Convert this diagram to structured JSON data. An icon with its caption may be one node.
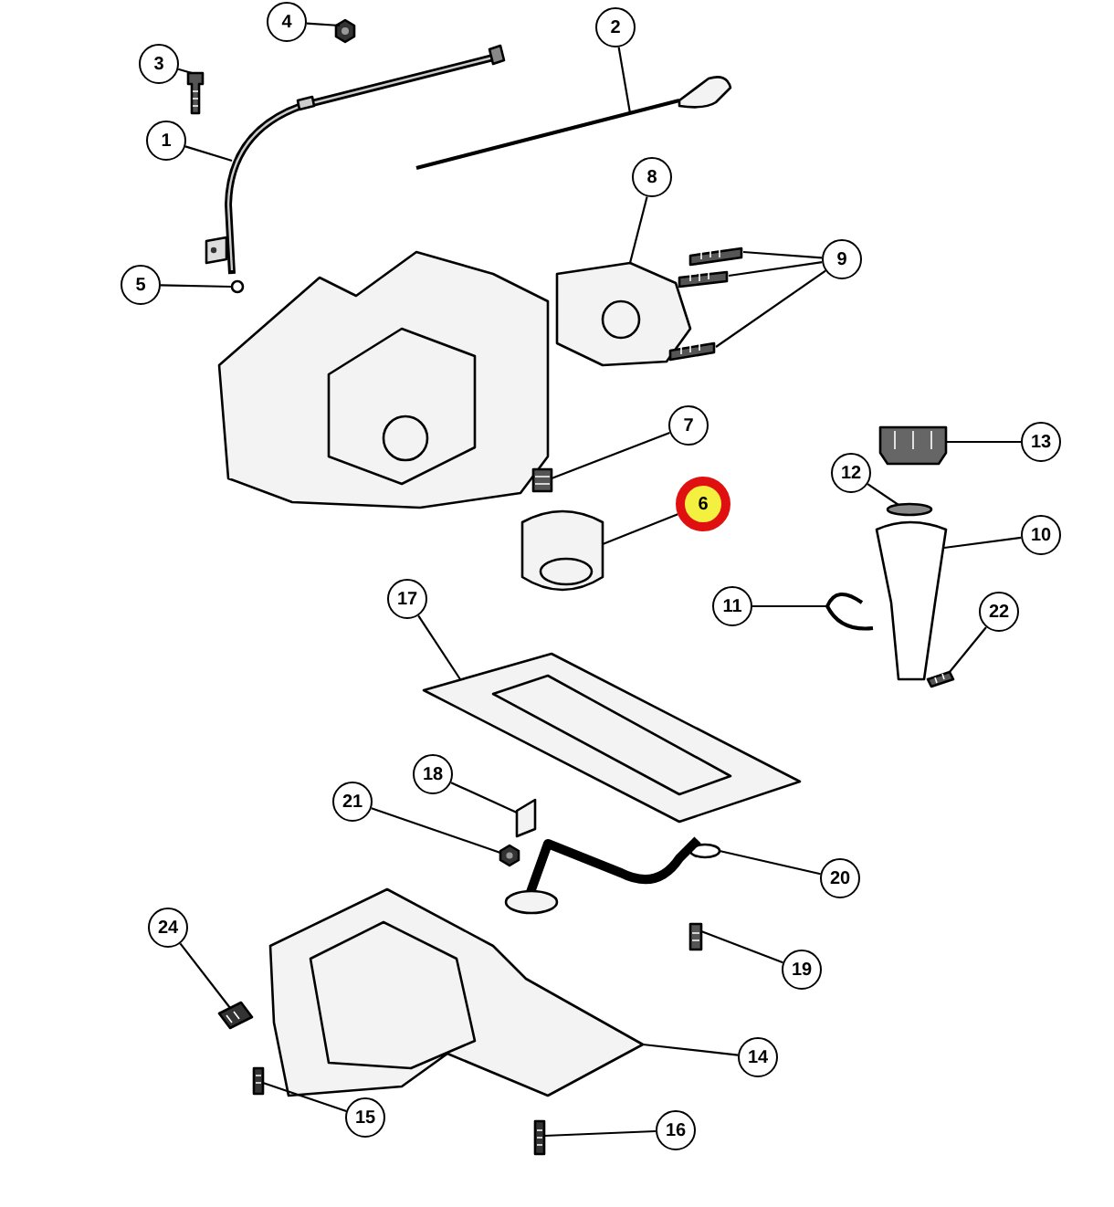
{
  "diagram": {
    "nodes": [
      {
        "text": [
          "4"
        ]
      },
      {
        "text": [
          "2"
        ]
      },
      {
        "text": [
          "3"
        ]
      },
      {
        "text": [
          "1"
        ]
      },
      {
        "text": [
          "8"
        ]
      },
      {
        "text": [
          "9"
        ]
      },
      {
        "text": [
          "5"
        ]
      },
      {
        "text": [
          "7"
        ]
      },
      {
        "text": [
          "13"
        ]
      },
      {
        "text": [
          "6"
        ]
      },
      {
        "text": [
          "12"
        ]
      },
      {
        "text": [
          "10"
        ]
      },
      {
        "text": [
          "11"
        ]
      },
      {
        "text": [
          "22"
        ]
      },
      {
        "text": [
          "17"
        ]
      },
      {
        "text": [
          "18"
        ]
      },
      {
        "text": [
          "21"
        ]
      },
      {
        "text": [
          "20"
        ]
      },
      {
        "text": [
          "24"
        ]
      },
      {
        "text": [
          "19"
        ]
      },
      {
        "text": [
          "14"
        ]
      },
      {
        "text": [
          "15"
        ]
      },
      {
        "text": [
          "16"
        ]
      },
      {
        "text": [],
        "shape": "picture"
      },
      {
        "text": [],
        "shape": "picture"
      },
      {
        "text": [],
        "shape": "picture"
      },
      {
        "text": [],
        "shape": "picture"
      },
      {
        "text": [],
        "shape": "picture"
      },
      {
        "text": [],
        "shape": "picture"
      },
      {
        "text": [],
        "shape": "picture"
      },
      {
        "text": [],
        "shape": "circle"
      },
      {
        "text": [],
        "shape": "picture"
      },
      {
        "text": [],
        "shape": "picture"
      },
      {
        "text": [],
        "shape": "picture"
      },
      {
        "text": [],
        "shape": "picture"
      },
      {
        "text": [],
        "shape": "circle"
      },
      {
        "text": [],
        "shape": "picture"
      },
      {
        "text": [],
        "shape": "picture"
      },
      {
        "text": [],
        "shape": "picture"
      },
      {
        "text": [],
        "shape": "picture"
      },
      {
        "text": [],
        "shape": "picture"
      },
      {
        "text": [],
        "shape": "circle"
      },
      {
        "text": [],
        "shape": "picture"
      },
      {
        "text": [],
        "shape": "picture"
      },
      {
        "text": [],
        "shape": "picture"
      },
      {
        "text": [],
        "shape": "picture"
      },
      {
        "text": [],
        "shape": "picture"
      },
      {
        "text": [],
        "shape": "picture"
      }
    ],
    "edges": [
      {
        "from": 0,
        "to": 23,
        "arrow": "none"
      },
      {
        "from": 1,
        "to": 25,
        "arrow": "none"
      },
      {
        "from": 2,
        "to": 24,
        "arrow": "none"
      },
      {
        "from": 3,
        "to": 26,
        "arrow": "none"
      },
      {
        "from": 4,
        "to": 28,
        "arrow": "none"
      },
      {
        "from": 5,
        "to": 27,
        "arrow": "none"
      },
      {
        "from": 5,
        "to": 29,
        "arrow": "none"
      },
      {
        "from": 5,
        "to": 31,
        "arrow": "none"
      },
      {
        "from": 6,
        "to": 30,
        "arrow": "none"
      },
      {
        "from": 7,
        "to": 33,
        "arrow": "none"
      },
      {
        "from": 8,
        "to": 32,
        "arrow": "none"
      },
      {
        "from": 9,
        "to": 34,
        "arrow": "none"
      },
      {
        "from": 10,
        "to": 35,
        "arrow": "none"
      },
      {
        "from": 11,
        "to": 36,
        "arrow": "none"
      },
      {
        "from": 12,
        "to": 37,
        "arrow": "none"
      },
      {
        "from": 13,
        "to": 38,
        "arrow": "none"
      },
      {
        "from": 14,
        "to": 39,
        "arrow": "none"
      },
      {
        "from": 15,
        "to": 40,
        "arrow": "none"
      },
      {
        "from": 16,
        "to": 42,
        "arrow": "none"
      },
      {
        "from": 17,
        "to": 41,
        "arrow": "none"
      },
      {
        "from": 18,
        "to": 45,
        "arrow": "none"
      },
      {
        "from": 19,
        "to": 43,
        "arrow": "none"
      },
      {
        "from": 20,
        "to": 44,
        "arrow": "none"
      },
      {
        "from": 21,
        "to": 46,
        "arrow": "none"
      },
      {
        "from": 22,
        "to": 47,
        "arrow": "none"
      }
    ]
  }
}
